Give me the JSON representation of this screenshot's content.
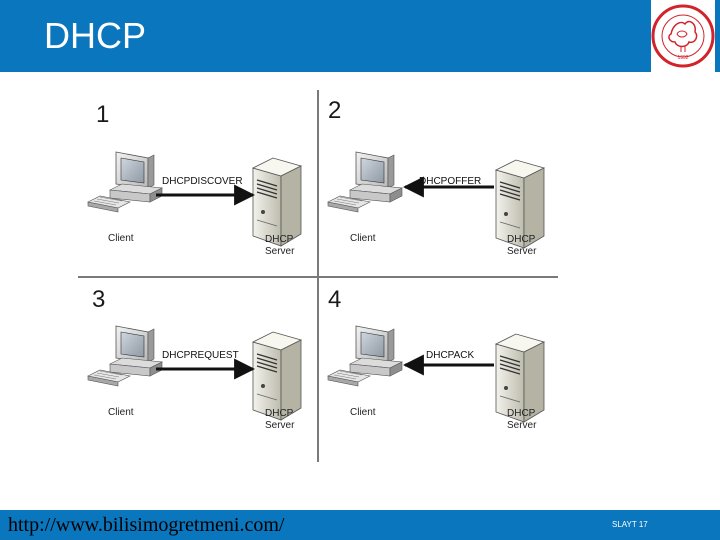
{
  "header": {
    "title": "DHCP"
  },
  "logo": {
    "text": "SÜLEYMAN DEMİREL ÜNİVERSİTESİ",
    "year": "1992",
    "signature": "S. Demirel"
  },
  "quadrants": [
    {
      "number": "1",
      "message": "DHCPDISCOVER",
      "direction": "client-to-server",
      "client_label": "Client",
      "server_label_1": "DHCP",
      "server_label_2": "Server"
    },
    {
      "number": "2",
      "message": "DHCPOFFER",
      "direction": "server-to-client",
      "client_label": "Client",
      "server_label_1": "DHCP",
      "server_label_2": "Server"
    },
    {
      "number": "3",
      "message": "DHCPREQUEST",
      "direction": "client-to-server",
      "client_label": "Client",
      "server_label_1": "DHCP",
      "server_label_2": "Server"
    },
    {
      "number": "4",
      "message": "DHCPACK",
      "direction": "server-to-client",
      "client_label": "Client",
      "server_label_1": "DHCP",
      "server_label_2": "Server"
    }
  ],
  "footer": {
    "url": "http://www.bilisimogretmeni.com/",
    "slide": "SLAYT 17"
  },
  "colors": {
    "header_bar": "#0a76bd",
    "footer_bar": "#0a76bd",
    "logo_red": "#d2232a",
    "divider": "#7a7a7a"
  }
}
